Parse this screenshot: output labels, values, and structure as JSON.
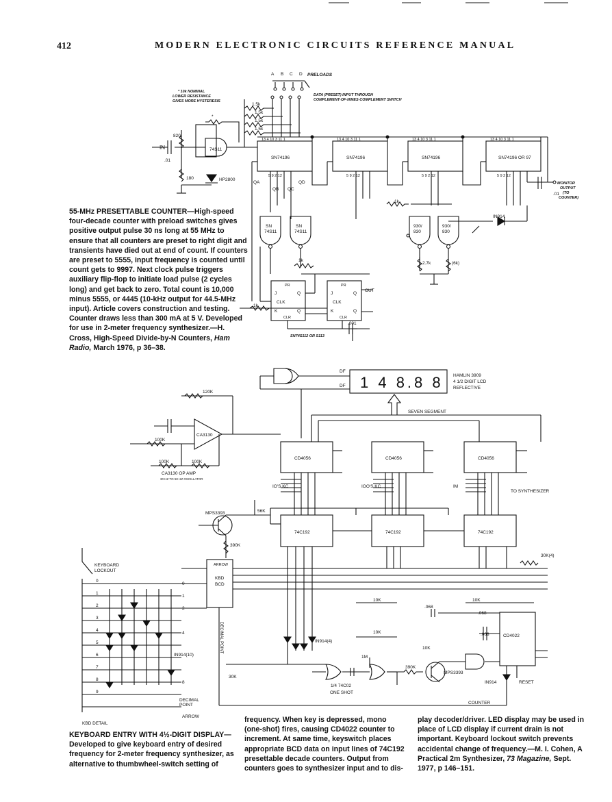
{
  "header": {
    "page_number": "412",
    "title": "MODERN ELECTRONIC CIRCUITS REFERENCE MANUAL"
  },
  "fig1": {
    "preload_letters": [
      "A",
      "B",
      "C",
      "D"
    ],
    "preloads_label": "PRELOADS",
    "note_lines": [
      "* 10k NOMINAL",
      "LOWER RESISTANCE",
      "GIVES MORE HYSTERESIS"
    ],
    "data_input_lines": [
      "DATA (PRESET) INPUT THROUGH",
      "COMPLEMENT-OF-NINES-COMPLEMENT SWITCH"
    ],
    "r_1_5k": "1.5k",
    "r_820": "820",
    "r_180": "180",
    "r_1k": "1k",
    "r_2_7k": "2.7k",
    "r_6k": "(6k)",
    "r_star": "*",
    "cap_01": ".01",
    "cap_001": ".001",
    "in_label": "IN",
    "gate_74s11": "74S11",
    "diode_hp2800": "HP2800",
    "diode_in914": "IN914",
    "counters": [
      "SN74196",
      "SN74196",
      "SN74196",
      "SN74196 OR 97"
    ],
    "pins_top": "13  4  10  3  11  1",
    "pins_bot": "5  9  2  12",
    "q_labels": [
      "QA",
      "QB",
      "QC",
      "QD"
    ],
    "gate_sn74s11": [
      "SN",
      "74S11"
    ],
    "gate_930": [
      "930/",
      "830"
    ],
    "ff_labels": {
      "pr": "PR",
      "j": "J",
      "k": "K",
      "clk": "CLK",
      "clr": "CLR",
      "q": "Q",
      "qbar": "Q"
    },
    "ff_part": "SN74S112 OR S113",
    "out_label": "OUT",
    "monitor_output": [
      "MONITOR",
      "OUTPUT",
      "(TO",
      "COUNTER)"
    ],
    "caption_title": "55-MHz PRESETTABLE COUNTER—",
    "caption_body": "High-speed four-decade counter with preload switches gives positive output pulse 30 ns long at 55 MHz to ensure that all counters are preset to right digit and transients have died out at end of count. If counters are preset to 5555, input frequency is counted until count gets to 9997. Next clock pulse triggers auxiliary flip-flop to initiate load pulse (2 cycles long) and get back to zero. Total count is 10,000 minus 5555, or 4445 (10-kHz output for 44.5-MHz input). Article covers construction and testing. Counter draws less than 300 mA at 5 V. Developed for use in 2-meter frequency synthesizer.—H. Cross, High-Speed Divide-by-N Counters, ",
    "caption_journal": "Ham Radio,",
    "caption_date": " March 1976, p 36–38."
  },
  "fig2": {
    "lcd_digits": "1 4 8.8 8",
    "lcd_part": [
      "HAMLIN 3909",
      "4 1/2 DIGIT LCD",
      "REFLECTIVE"
    ],
    "df_label": "DF",
    "seven_segment": "SEVEN SEGMENT",
    "r_120k": "120K",
    "r_100k": "100K",
    "opamp": "CA3130",
    "opamp_caption": [
      "CA3130 OP AMP",
      "30 HZ TO 50 HZ OSCILLATOR"
    ],
    "decoders": [
      "CD4056",
      "CD4056",
      "CD4056"
    ],
    "counters": [
      "74C192",
      "74C192",
      "74C192"
    ],
    "digit_labels": [
      "IO'S\nKC",
      "IOO'S\nKC",
      "IM"
    ],
    "to_synthesizer": "TO SYNTHESIZER",
    "r_56k": "56K",
    "transistor1": "MPS3393",
    "r_390k": "390K",
    "r_30k4": "30K(4)",
    "keyboard_lockout": [
      "KEYBOARD",
      "LOCKOUT"
    ],
    "kbd_bcd": [
      "KBD",
      "BCD"
    ],
    "arrow": "ARROW",
    "decimal_point_vertical": "DECIMAL POINT",
    "diodes": "IN914(10)",
    "diodes4": "IN914(4)",
    "decimal_point": [
      "DECIMAL",
      "POINT"
    ],
    "kbd_detail": "KBD DETAIL",
    "key_numbers": [
      "0",
      "1",
      "2",
      "3",
      "4",
      "5",
      "6",
      "7",
      "8",
      "9"
    ],
    "r_10k": "10K",
    "cap_068": ".068",
    "r_1m": "1M",
    "r_30k": "30K",
    "one_shot": [
      "1/4 74C02",
      "ONE SHOT"
    ],
    "counter_ic": "CD4022",
    "reset": "RESET",
    "counter_label": "COUNTER",
    "caption_title": "KEYBOARD ENTRY WITH 4½-DIGIT DISPLAY—",
    "caption_body": "Developed to give keyboard entry of desired frequency for 2-meter frequency synthesizer, as alternative to thumbwheel-switch setting of",
    "col2": "frequency. When key is depressed, mono (one-shot) fires, causing CD4022 counter to increment. At same time, keyswitch places appropriate BCD data on input lines of 74C192 presettable decade counters. Output from counters goes to synthesizer input and to dis-",
    "col3_a": "play decoder/driver. LED display may be used in place of LCD display if current drain is not important. Keyboard lockout switch prevents accidental change of frequency.—M. I. Cohen, A Practical 2m Synthesizer, ",
    "col3_journal": "73 Magazine,",
    "col3_b": " Sept. 1977, p 146–151."
  }
}
